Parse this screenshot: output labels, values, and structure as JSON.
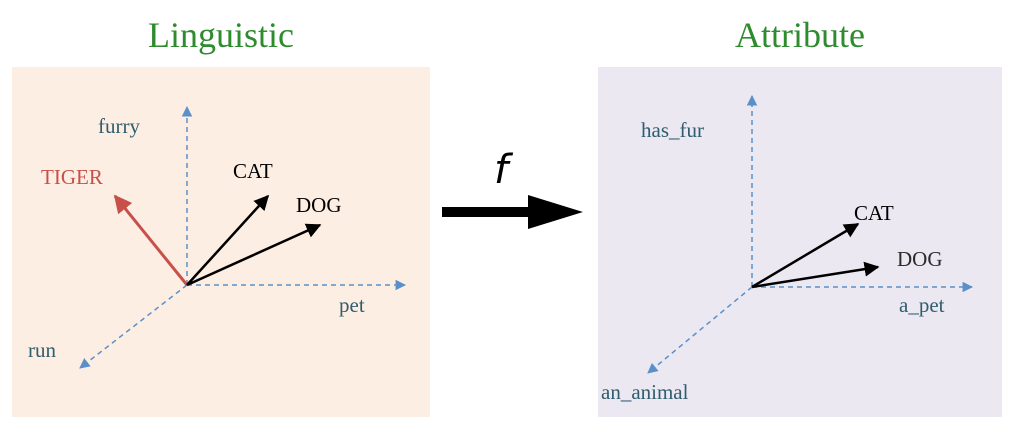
{
  "left": {
    "title": "Linguistic",
    "axis_labels": {
      "up": "furry",
      "right": "pet",
      "diag": "run"
    },
    "vectors": [
      {
        "label": "TIGER"
      },
      {
        "label": "CAT"
      },
      {
        "label": "DOG"
      }
    ]
  },
  "right": {
    "title": "Attribute",
    "axis_labels": {
      "up": "has_fur",
      "right": "a_pet",
      "diag": "an_animal"
    },
    "vectors": [
      {
        "label": "CAT"
      },
      {
        "label": "DOG"
      }
    ]
  },
  "mapping": {
    "symbol": "f"
  },
  "colors": {
    "title": "#2e8b2e",
    "left_panel": "#fdeee3",
    "right_panel": "#ebe8f1",
    "axis": "#5b8fc9",
    "axis_label": "#2f5d6e",
    "tiger": "#c8504a",
    "vector": "#000000"
  }
}
